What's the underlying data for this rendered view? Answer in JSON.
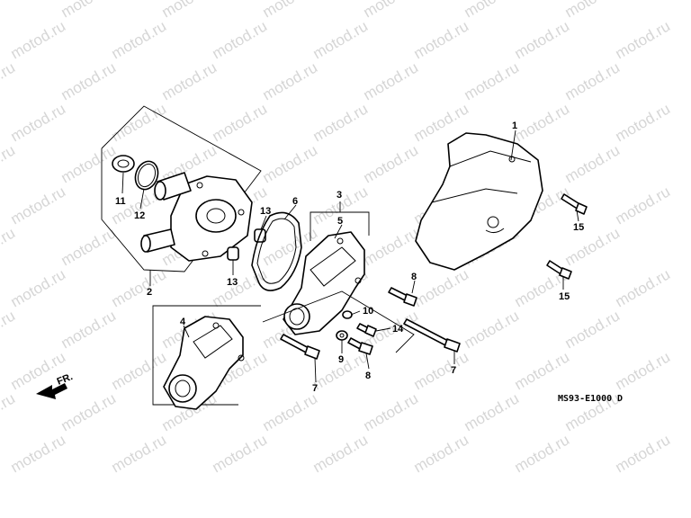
{
  "watermark": "motod.ru",
  "diagram_code": "MS93-E1000",
  "diagram_code_suffix": "D",
  "direction_label": "FR.",
  "callouts": {
    "c1": "1",
    "c2": "2",
    "c3": "3",
    "c4": "4",
    "c5": "5",
    "c6": "6",
    "c7a": "7",
    "c7b": "7",
    "c8a": "8",
    "c8b": "8",
    "c9": "9",
    "c10": "10",
    "c11": "11",
    "c12": "12",
    "c13a": "13",
    "c13b": "13",
    "c14": "14",
    "c15a": "15",
    "c15b": "15"
  },
  "colors": {
    "line": "#000000",
    "watermark": "#d6d6d6",
    "background": "#ffffff"
  }
}
